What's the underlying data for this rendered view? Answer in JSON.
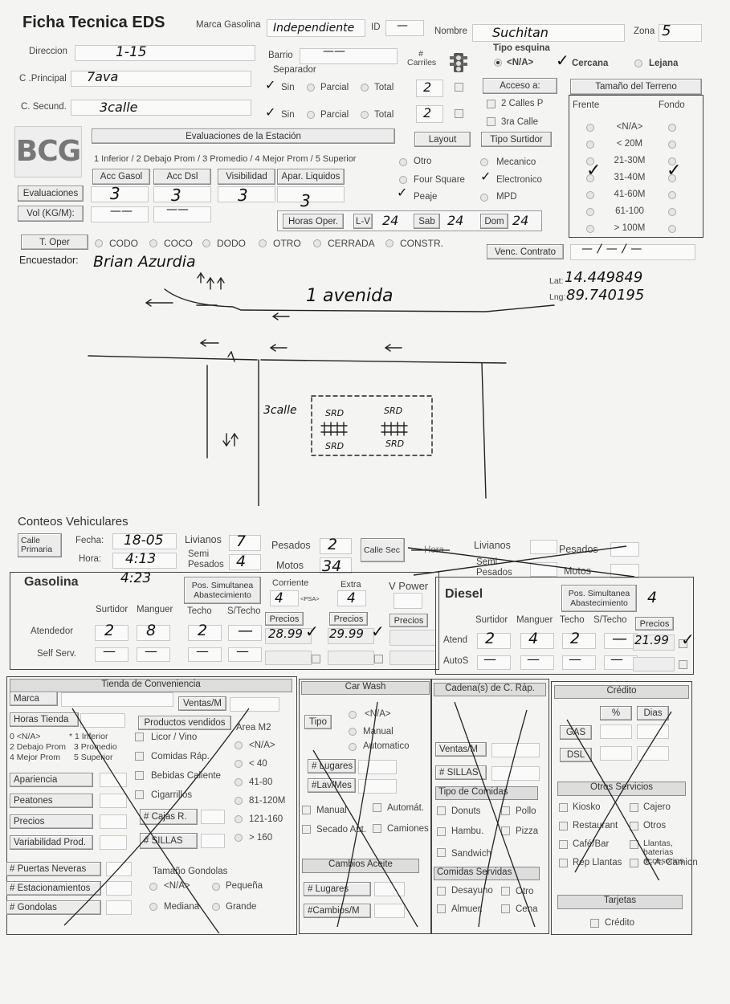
{
  "header": {
    "title": "Ficha Tecnica EDS",
    "marca_label": "Marca Gasolina",
    "marca_value": "Independiente",
    "id_label": "ID",
    "id_value": "—",
    "nombre_label": "Nombre",
    "nombre_value": "Suchitan",
    "zona_label": "Zona",
    "zona_value": "5"
  },
  "location": {
    "direccion_label": "Direccion",
    "direccion_value": "1-15",
    "barrio_label": "Barrio",
    "barrio_value": "——",
    "cprincipal_label": "C .Principal",
    "cprincipal_value": "7ava",
    "csecund_label": "C. Secund.",
    "csecund_value": "3calle",
    "separador_label": "Separador",
    "sep_options": [
      "Sin",
      "Parcial",
      "Total"
    ],
    "carriles_label": "# Carriles",
    "carriles_1": "2",
    "carriles_2": "2",
    "tipo_esquina_label": "Tipo esquina",
    "esquina_options": [
      "<N/A>",
      "Cercana",
      "Lejana"
    ],
    "acceso_label": "Acceso a:",
    "acceso_options": [
      "2 Calles P",
      "3ra Calle"
    ]
  },
  "terreno": {
    "title": "Tamaño del Terreno",
    "frente_label": "Frente",
    "fondo_label": "Fondo",
    "sizes": [
      "<N/A>",
      "< 20M",
      "21-30M",
      "31-40M",
      "41-60M",
      "61-100",
      "> 100M"
    ]
  },
  "logo_text": "BCG",
  "evaluaciones": {
    "title": "Evaluaciones de la Estación",
    "scale": "1 Inferior / 2 Debajo Prom / 3 Promedio / 4 Mejor Prom / 5 Superior",
    "cols": [
      "Acc Gasol",
      "Acc Dsl",
      "Visibilidad",
      "Apar. Liquidos"
    ],
    "row_label": "Evaluaciones",
    "values": [
      "3",
      "3",
      "3",
      "3"
    ],
    "vol_label": "Vol (KG/M):",
    "vol_1": "——",
    "vol_2": "——"
  },
  "layout": {
    "label": "Layout",
    "options": [
      "Otro",
      "Four Square",
      "Peaje"
    ]
  },
  "surtidor": {
    "label": "Tipo Surtidor",
    "options": [
      "Mecanico",
      "Electronico",
      "MPD"
    ]
  },
  "horas": {
    "label": "Horas Oper.",
    "lv_label": "L-V",
    "lv_value": "24",
    "sab_label": "Sab",
    "sab_value": "24",
    "dom_label": "Dom",
    "dom_value": "24"
  },
  "toper": {
    "label": "T. Oper",
    "options": [
      "CODO",
      "COCO",
      "DODO",
      "OTRO",
      "CERRADA",
      "CONSTR."
    ],
    "venc_label": "Venc. Contrato",
    "venc_value": "—/—/—"
  },
  "encuestador": {
    "label": "Encuestador:",
    "value": "Brian Azurdia"
  },
  "coords": {
    "lat_label": "Lat:",
    "lat_value": "14.449849",
    "lng_label": "Lng:",
    "lng_value": "89.740195"
  },
  "sketch": {
    "street1": "1 avenida",
    "street2": "3calle",
    "pump_labels": [
      "SRD",
      "SRD",
      "SRD",
      "SRD"
    ]
  },
  "conteos": {
    "title": "Conteos Vehiculares",
    "calle_primaria": "Calle Primaria",
    "fecha_label": "Fecha:",
    "fecha_value": "18-05",
    "hora_label": "Hora:",
    "hora_value": "4:13",
    "hora_value2": "4:23",
    "livianos_label": "Livianos",
    "livianos_value": "7",
    "semi_label": "Semi Pesados",
    "semi_value": "4",
    "pesados_label": "Pesados",
    "pesados_value": "2",
    "motos_label": "Motos",
    "motos_value": "34",
    "calle_sec": "Calle Sec",
    "sec_hora": "Hora",
    "sec_livianos": "Livianos",
    "sec_pesados": "Pesados",
    "sec_semi": "Semi Pesados",
    "sec_motos": "Motos"
  },
  "gasolina": {
    "title": "Gasolina",
    "pos_label": "Pos. Simultanea Abastecimiento",
    "corriente_label": "Corriente",
    "corriente_value": "4",
    "psa": "<PSA>",
    "extra_label": "Extra",
    "extra_value": "4",
    "vpower_label": "V Power",
    "cols": [
      "Surtidor",
      "Manguer",
      "Techo",
      "S/Techo"
    ],
    "precios_label": "Precios",
    "atend_label": "Atendedor",
    "atend_values": [
      "2",
      "8",
      "2",
      "—"
    ],
    "self_label": "Self Serv.",
    "self_values": [
      "—",
      "—",
      "—",
      "—"
    ],
    "price_corriente": "28.99",
    "price_extra": "29.99"
  },
  "diesel": {
    "title": "Diesel",
    "pos_label": "Pos. Simultanea Abastecimiento",
    "pos_value": "4",
    "cols": [
      "Surtidor",
      "Manguer",
      "Techo",
      "S/Techo"
    ],
    "precios_label": "Precios",
    "atend_label": "Atend",
    "atend_values": [
      "2",
      "4",
      "2",
      "—"
    ],
    "autos_label": "AutoS",
    "autos_values": [
      "—",
      "—",
      "—",
      "—"
    ],
    "price": "21.99"
  },
  "tienda": {
    "title": "Tienda de Conveniencia",
    "marca_label": "Marca",
    "ventas_label": "Ventas/M",
    "horas_label": "Horas Tienda",
    "productos_label": "Productos vendidos",
    "area_label": "Area M2",
    "scale": [
      "0 <N/A>",
      "* 1 Inferior",
      "2 Debajo Prom",
      "3 Promedio",
      "4 Mejor Prom",
      "5 Superior"
    ],
    "productos": [
      "Licor / Vino",
      "Comidas Ráp.",
      "Bebidas Caliente",
      "Cigarrillos"
    ],
    "areas": [
      "<N/A>",
      "< 40",
      "41-80",
      "81-120M",
      "121-160",
      "> 160"
    ],
    "evals": [
      "Apariencia",
      "Peatones",
      "Precios",
      "Variabilidad Prod."
    ],
    "cajas_label": "# Cajas R.",
    "sillas_label": "# SILLAS",
    "counts": [
      "# Puertas Neveras",
      "# Estacionamientos",
      "# Gondolas"
    ],
    "gondola_label": "Tamaño Gondolas",
    "gondola_options": [
      "<N/A>",
      "Pequeña",
      "Mediana",
      "Grande"
    ]
  },
  "carwash": {
    "title": "Car Wash",
    "tipo_label": "Tipo",
    "tipo_options": [
      "<N/A>",
      "Manual",
      "Automatico"
    ],
    "lugares_label": "# Lugares",
    "lav_label": "#Lav/Mes",
    "checks": [
      "Manual",
      "Automát.",
      "Secado Aut.",
      "Camiones"
    ],
    "aceite_title": "Cambios Aceite",
    "aceite_lugares": "# Lugares",
    "aceite_cambios": "#Cambios/M"
  },
  "cadena": {
    "title": "Cadena(s) de C. Ráp.",
    "ventas_label": "Ventas/M",
    "sillas_label": "# SILLAS",
    "tipo_label": "Tipo de Comidas",
    "tipos": [
      "Donuts",
      "Pollo",
      "Hambu.",
      "Pizza",
      "Sandwich"
    ],
    "servidas_label": "Comidas Servidas",
    "servidas": [
      "Desayuno",
      "Otro",
      "Almuer.",
      "Cena"
    ]
  },
  "credito": {
    "title": "Crédito",
    "pct_label": "%",
    "dias_label": "Dias",
    "gas_label": "GAS",
    "dsl_label": "DSL",
    "otros_title": "Otros Servicios",
    "otros": [
      "Kiosko",
      "Cajero",
      "Restaurant",
      "Otros",
      "Café/Bar",
      "Llantas, baterias accesorios",
      "Rep Llantas",
      "C. A. Camion"
    ],
    "tarjetas_title": "Tarjetas",
    "tarjetas_credito": "Crédito"
  }
}
